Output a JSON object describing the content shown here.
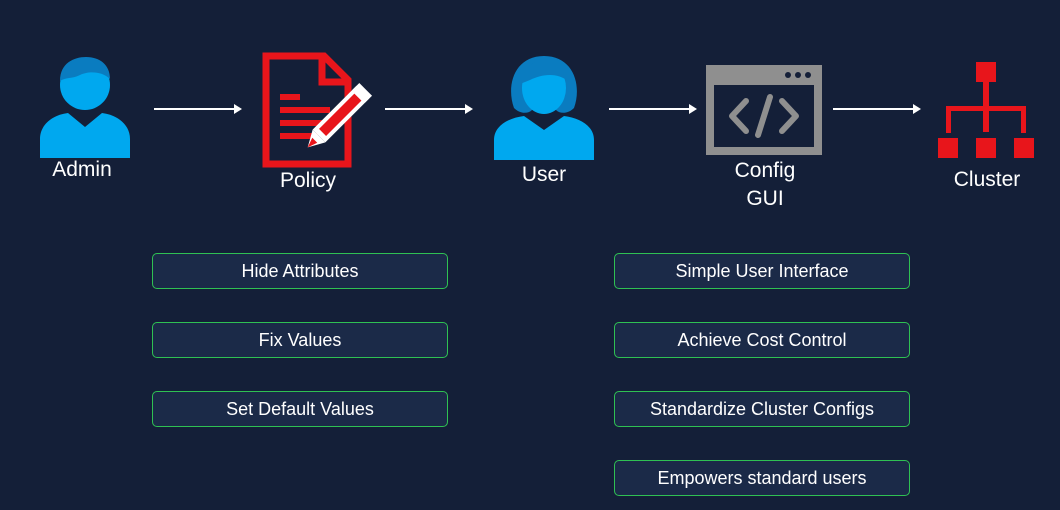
{
  "nodes": {
    "admin": "Admin",
    "policy": "Policy",
    "user": "User",
    "config_line1": "Config",
    "config_line2": "GUI",
    "cluster": "Cluster"
  },
  "policy_features": [
    "Hide Attributes",
    "Fix Values",
    "Set Default Values"
  ],
  "gui_benefits": [
    "Simple User Interface",
    "Achieve Cost Control",
    "Standardize Cluster Configs",
    "Empowers standard users"
  ],
  "colors": {
    "background": "#141f38",
    "person_icon": "#00a8ef",
    "policy_icon": "#e8151b",
    "cluster_icon": "#e8151b",
    "gui_icon": "#8f8f8f",
    "pill_border": "#2fc153",
    "pill_fill": "#1b2a48"
  },
  "icons": [
    "admin-person-icon",
    "policy-document-pen-icon",
    "user-person-icon",
    "code-window-icon",
    "cluster-hierarchy-icon"
  ]
}
